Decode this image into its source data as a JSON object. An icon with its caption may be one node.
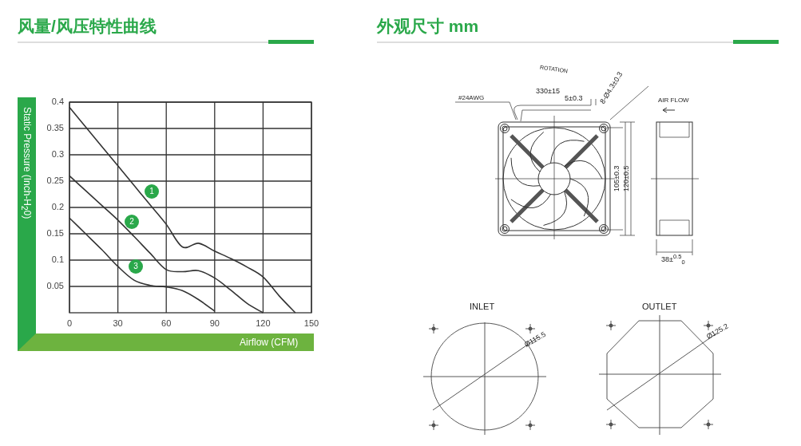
{
  "diagram": {
    "labels": [
      "风量/风压特性曲线",
      "外观尺寸 mm",
      "ROTATION",
      "#24AWG",
      "330±15",
      "5±0.3",
      "8-Ø4.3±0.3",
      "AIR FLOW",
      "105±0.3",
      "120±0.5",
      "38±$^{0.5}$$_{0}$",
      "INLET",
      "Ø115.5",
      "OUTLET",
      "Ø125.2"
    ],
    "chart_data": {
      "type": "line",
      "xlabel": "Airflow (CFM)",
      "ylabel": "Static Pressure (Inch-H$_{2}$0)",
      "x": [
        0,
        10,
        20,
        30,
        40,
        50,
        60,
        70,
        80,
        90,
        100,
        110,
        120,
        130,
        140
      ],
      "xlim": [
        0,
        150
      ],
      "ylim": [
        0,
        0.4
      ],
      "grid": true,
      "xticks": [
        0,
        30,
        60,
        90,
        120,
        150
      ],
      "yticks": [
        {
          "value": 0.05,
          "label": "0.05"
        },
        {
          "value": 0.1,
          "label": "0.1"
        },
        {
          "value": 0.15,
          "label": "0.15"
        },
        {
          "value": 0.2,
          "label": "0.2"
        },
        {
          "value": 0.25,
          "label": "0.25"
        },
        {
          "value": 0.3,
          "label": "0.3"
        },
        {
          "value": 0.35,
          "label": "0.35"
        },
        {
          "value": 0.4,
          "label": "0.4"
        }
      ],
      "series": [
        {
          "name": "1",
          "color": "#333333",
          "values": [
            0.39,
            0.353,
            0.316,
            0.279,
            0.242,
            0.205,
            0.168,
            0.125,
            0.132,
            0.117,
            0.103,
            0.087,
            0.068,
            0.032,
            0
          ]
        },
        {
          "name": "2",
          "color": "#333333",
          "values": [
            0.26,
            0.232,
            0.204,
            0.176,
            0.145,
            0.113,
            0.082,
            0.078,
            0.08,
            0.066,
            0.043,
            0.018,
            0,
            null,
            null
          ]
        },
        {
          "name": "3",
          "color": "#333333",
          "values": [
            0.18,
            0.15,
            0.12,
            0.088,
            0.062,
            0.052,
            0.049,
            0.042,
            0.025,
            0.003,
            null,
            null,
            null,
            null,
            null
          ]
        }
      ]
    }
  }
}
